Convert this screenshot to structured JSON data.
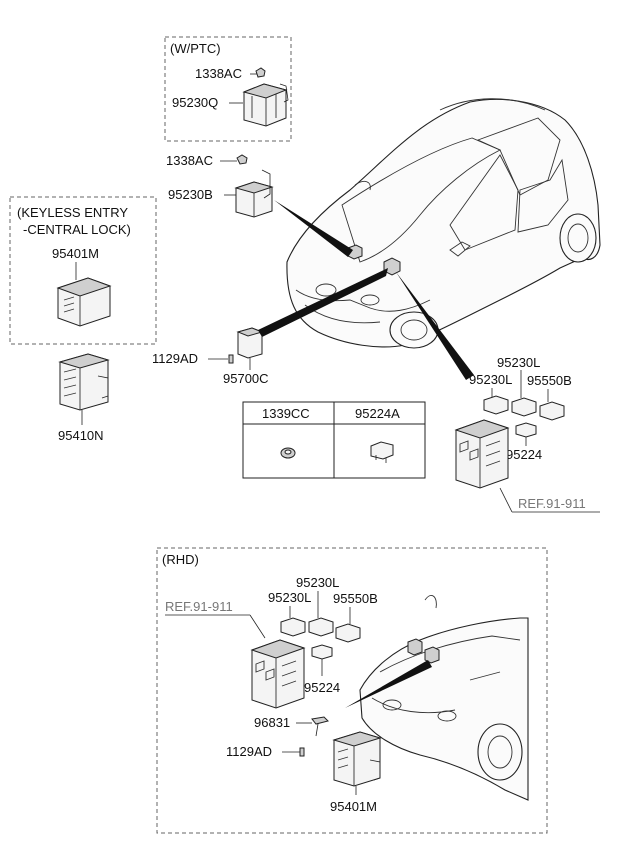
{
  "sections": {
    "wptc_title": "(W/PTC)",
    "keyless_title_1": "(KEYLESS ENTRY",
    "keyless_title_2": "-CENTRAL LOCK)",
    "rhd_title": "(RHD)"
  },
  "labels": {
    "p1338ac_a": "1338AC",
    "p95230q": "95230Q",
    "p1338ac_b": "1338AC",
    "p95230b": "95230B",
    "p95401m_a": "95401M",
    "p95410n": "95410N",
    "p1129ad_a": "1129AD",
    "p95700c": "95700C",
    "p95230l_a1": "95230L",
    "p95230l_a2": "95230L",
    "p95550b_a": "95550B",
    "p95224_a": "95224",
    "ref_a": "REF.91-911",
    "p95230l_b1": "95230L",
    "p95230l_b2": "95230L",
    "p95550b_b": "95550B",
    "ref_b": "REF.91-911",
    "p95224_b": "95224",
    "p96831": "96831",
    "p1129ad_b": "1129AD",
    "p95401m_b": "95401M"
  },
  "table": {
    "col1_header": "1339CC",
    "col2_header": "95224A"
  }
}
